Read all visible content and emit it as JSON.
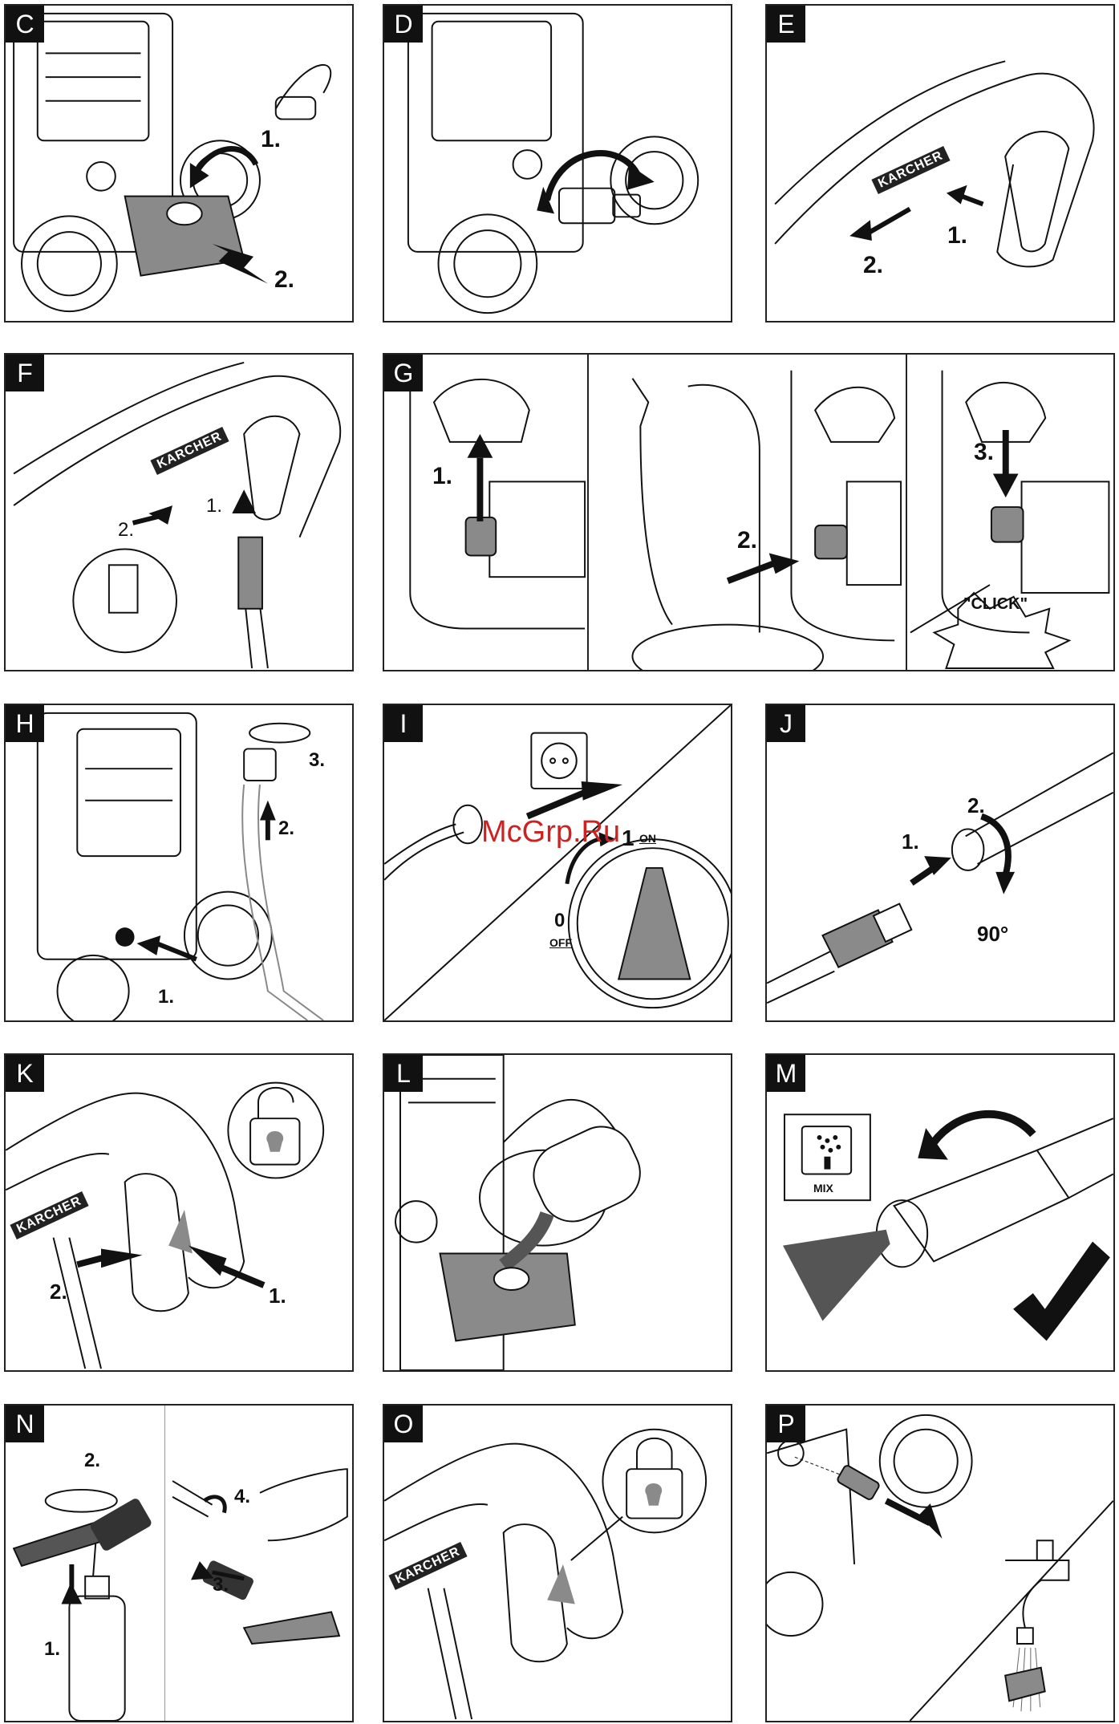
{
  "panels": {
    "c": {
      "letter": "C",
      "steps": [
        "1.",
        "2."
      ]
    },
    "d": {
      "letter": "D"
    },
    "e": {
      "letter": "E",
      "steps": [
        "1.",
        "2."
      ],
      "brand": "KARCHER"
    },
    "f": {
      "letter": "F",
      "steps": [
        "1.",
        "2."
      ],
      "brand": "KARCHER"
    },
    "g": {
      "letter": "G",
      "steps": [
        "1.",
        "2.",
        "3."
      ],
      "click": "\"CLICK\""
    },
    "h": {
      "letter": "H",
      "steps": [
        "1.",
        "2.",
        "3."
      ]
    },
    "i": {
      "letter": "I",
      "on_num": "1",
      "on_label": "ON",
      "off_num": "0",
      "off_label": "OFF"
    },
    "j": {
      "letter": "J",
      "steps": [
        "1.",
        "2."
      ],
      "angle": "90°"
    },
    "k": {
      "letter": "K",
      "steps": [
        "1.",
        "2."
      ],
      "brand": "KARCHER"
    },
    "l": {
      "letter": "L"
    },
    "m": {
      "letter": "M",
      "mix": "MIX"
    },
    "n": {
      "letter": "N",
      "steps": [
        "1.",
        "2.",
        "3.",
        "4."
      ]
    },
    "o": {
      "letter": "O",
      "brand": "KARCHER"
    },
    "p": {
      "letter": "P"
    }
  },
  "watermark": "McGrp.Ru",
  "colors": {
    "ink": "#111111",
    "fill_gray": "#8a8a8a",
    "watermark": "#cc2222"
  }
}
